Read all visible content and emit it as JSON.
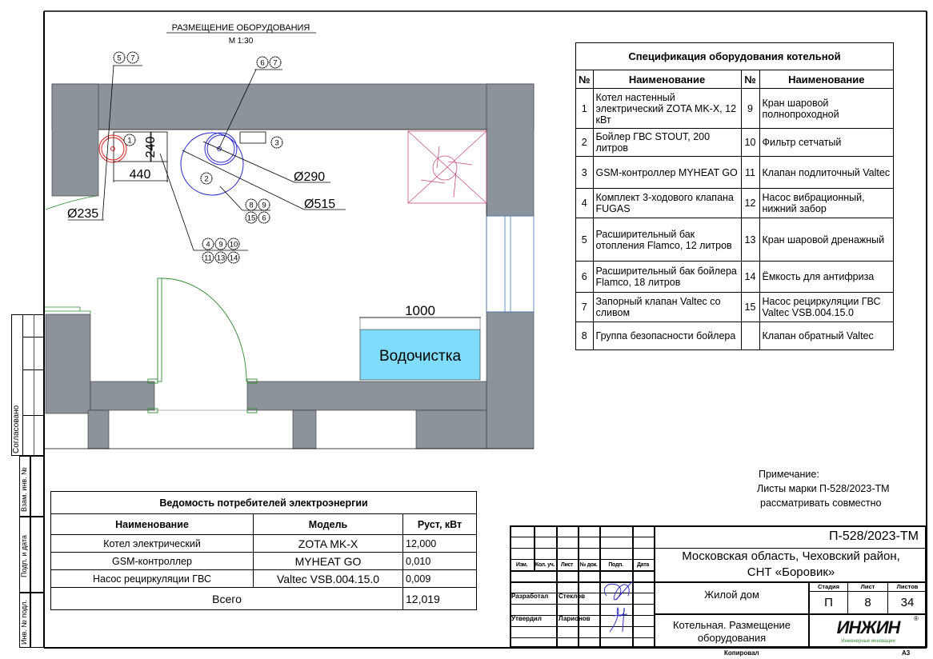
{
  "drawing": {
    "title": "РАЗМЕЩЕНИЕ ОБОРУДОВАНИЯ",
    "scale": "М 1:30",
    "dimensions": {
      "d235": "Ø235",
      "d290": "Ø290",
      "d515": "Ø515",
      "w440": "440",
      "h240": "240",
      "w1000": "1000"
    },
    "water_treatment_label": "Водочистка",
    "callouts": {
      "c57": [
        "5",
        "7"
      ],
      "c67": [
        "6",
        "7"
      ],
      "c3": [
        "3"
      ],
      "c1": [
        "1"
      ],
      "c2": [
        "2"
      ],
      "c89": [
        "8",
        "9"
      ],
      "c156": [
        "15",
        "6"
      ],
      "c4910": [
        "4",
        "9",
        "10"
      ],
      "c111314": [
        "11",
        "13",
        "14"
      ]
    },
    "colors": {
      "wall": "#8c939b",
      "blue": "#2a2ad0",
      "red": "#e02020",
      "green": "#2e8b2e",
      "water": "#7fdcfa"
    }
  },
  "spec_table": {
    "title": "Спецификация оборудования котельной",
    "headers": [
      "№",
      "Наименование",
      "№",
      "Наименование"
    ],
    "rows": [
      {
        "n1": "1",
        "name1": "Котел настенный электрический ZOTA MK-X, 12 кВт",
        "n2": "9",
        "name2": "Кран шаровой полнопроходной"
      },
      {
        "n1": "2",
        "name1": "Бойлер ГВС STOUT, 200 литров",
        "n2": "10",
        "name2": "Фильтр сетчатый"
      },
      {
        "n1": "3",
        "name1": "GSM-контроллер MYHEAT GO",
        "n2": "11",
        "name2": "Клапан подлиточный Valtec"
      },
      {
        "n1": "4",
        "name1": "Комплект 3-ходового клапана FUGAS",
        "n2": "12",
        "name2": "Насос вибрационный, нижний забор"
      },
      {
        "n1": "5",
        "name1": "Расширительный бак отопления Flamco, 12 литров",
        "n2": "13",
        "name2": "Кран шаровой дренажный"
      },
      {
        "n1": "6",
        "name1": "Расширительный бак бойлера Flamco, 18 литров",
        "n2": "14",
        "name2": "Ёмкость для антифриза"
      },
      {
        "n1": "7",
        "name1": "Запорный клапан Valtec со сливом",
        "n2": "15",
        "name2": "Насос рециркуляции ГВС Valtec VSB.004.15.0"
      },
      {
        "n1": "8",
        "name1": "Группа безопасности бойлера",
        "n2": "",
        "name2": "Клапан обратный Valtec"
      }
    ]
  },
  "power_table": {
    "title": "Ведомость потребителей электроэнергии",
    "headers": [
      "Наименование",
      "Модель",
      "Руст, кВт"
    ],
    "rows": [
      {
        "name": "Котел электрический",
        "model": "ZOTA MK-X",
        "power": "12,000"
      },
      {
        "name": "GSM-контроллер",
        "model": "MYHEAT GO",
        "power": "0,010"
      },
      {
        "name": "Насос рециркуляции ГВС",
        "model": "Valtec VSB.004.15.0",
        "power": "0,009"
      }
    ],
    "total_label": "Всего",
    "total_value": "12,019"
  },
  "note": {
    "title": "Примечание:",
    "line1": "Листы марки П-528/2023-ТМ",
    "line2": "рассматривать совместно"
  },
  "left_strip": {
    "agreed": "Согласовано",
    "inv_replace": "Взам. инв. №",
    "sign_date": "Подп. и дата",
    "inv_orig": "Инв. № подл."
  },
  "title_block": {
    "doc_code": "П-528/2023-ТМ",
    "address_line1": "Московская область, Чеховский район,",
    "address_line2": "СНТ «Боровик»",
    "object": "Жилой дом",
    "sheet_title_line1": "Котельная. Размещение",
    "sheet_title_line2": "оборудования",
    "col_headers": [
      "Изм.",
      "Кол. уч.",
      "Лист",
      "№ док.",
      "Подп.",
      "Дата"
    ],
    "developed_label": "Разработал",
    "developed_by": "Стеклов",
    "approved_label": "Утвердил",
    "approved_by": "Ларионов",
    "stage_label": "Стадия",
    "sheet_label": "Лист",
    "sheets_label": "Листов",
    "stage": "П",
    "sheet": "8",
    "sheets": "34",
    "logo_text": "ИНЖИН",
    "logo_tagline": "Инженерные инновации",
    "copied_label": "Копировал",
    "format": "А3"
  }
}
